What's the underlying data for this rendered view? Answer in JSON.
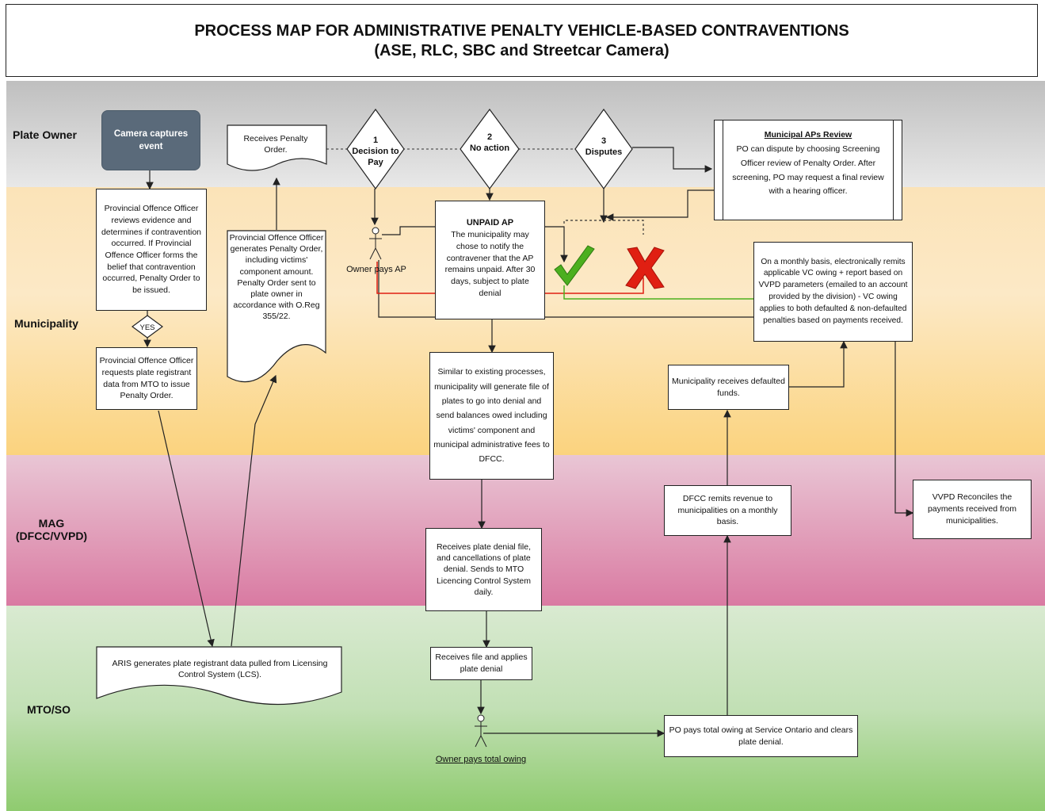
{
  "title": {
    "line1": "PROCESS MAP FOR ADMINISTRATIVE PENALTY VEHICLE-BASED CONTRAVENTIONS",
    "line2": "(ASE, RLC, SBC and Streetcar Camera)"
  },
  "lanes": {
    "plate_owner": "Plate Owner",
    "municipality": "Municipality",
    "mag": "MAG\n(DFCC/VVPD)",
    "mto": "MTO/SO"
  },
  "nodes": {
    "camera": "Camera captures event",
    "poo_review": "Provincial Offence Officer reviews evidence and determines if contravention occurred. If Provincial Offence Officer forms the belief that contravention occurred, Penalty Order to be issued.",
    "yes": "YES",
    "poo_request": "Provincial Offence Officer requests plate registrant data from MTO to issue Penalty Order.",
    "aris": "ARIS generates plate registrant data pulled from Licensing Control System (LCS).",
    "poo_generate": "Provincial Offence Officer generates Penalty Order, including victims' component amount. Penalty Order sent to plate owner in accordance with O.Reg 355/22.",
    "receives_po": "Receives Penalty Order.",
    "d1_num": "1",
    "d1_text": "Decision to Pay",
    "d2_num": "2",
    "d2_text": "No action",
    "d3_num": "3",
    "d3_text": "Disputes",
    "owner_pays_ap": "Owner pays AP",
    "unpaid_title": "UNPAID AP",
    "unpaid_body": "The municipality may chose to notify the contravener that the AP remains unpaid. After 30 days, subject to plate denial",
    "apr_title": "Municipal APs Review",
    "apr_body": "PO can dispute by choosing Screening Officer review of Penalty Order. After screening, PO may request a final review with a hearing officer.",
    "monthly": "On a monthly basis, electronically remits applicable VC owing + report based on VVPD parameters (emailed to an account provided by the division) - VC owing applies to both defaulted & non-defaulted penalties based on payments received.",
    "similar": "Similar to existing processes, municipality will generate file of plates to go into denial and send balances owed including victims' component and municipal administrative fees to DFCC.",
    "muni_receives": "Municipality receives defaulted funds.",
    "dfcc_remits": "DFCC remits revenue to municipalities on a monthly basis.",
    "vvpd": "VVPD Reconciles the payments received from municipalities.",
    "receives_denial": "Receives plate denial file, and cancellations of plate denial. Sends to MTO Licencing Control System daily.",
    "receives_file": "Receives file and applies plate denial",
    "owner_total": "Owner pays total owing",
    "po_pays": "PO pays total owing at Service Ontario and clears plate denial."
  },
  "colors": {
    "plate_lane": "#d3d3d3",
    "muni_lane": "#fcdca0",
    "mag_lane": "#e3a9c2",
    "mto_lane": "#b9dca8",
    "camera_box": "#5a6a7a",
    "check": "#4caf1f",
    "cross": "#e01f12"
  },
  "icons": [
    "actor-icon",
    "check-icon",
    "cross-icon"
  ]
}
